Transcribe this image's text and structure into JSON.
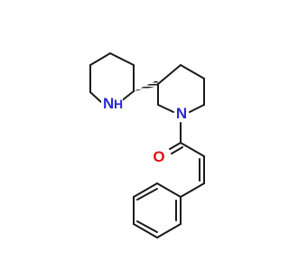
{
  "molecule": {
    "atoms": {
      "nh_n": "N",
      "nh_h": "H",
      "amide_n": "N",
      "carbonyl_o": "O"
    },
    "colors": {
      "bond": "#1a1a1a",
      "nitrogen": "#2a2ad0",
      "oxygen": "#e01010",
      "background": "#ffffff"
    }
  }
}
